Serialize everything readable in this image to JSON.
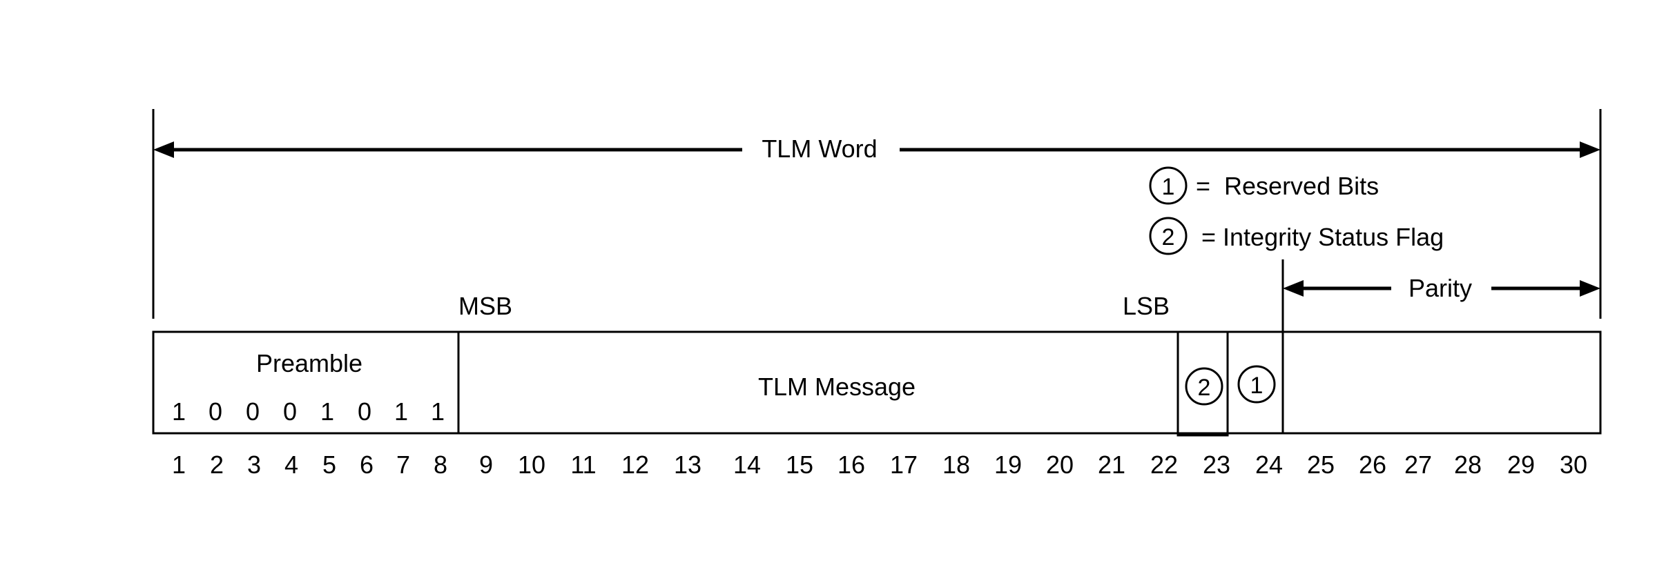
{
  "title": "TLM Word",
  "parity_label": "Parity",
  "msb_label": "MSB",
  "lsb_label": "LSB",
  "legend": [
    {
      "symbol": "1",
      "text": "=  Reserved Bits"
    },
    {
      "symbol": "2",
      "text": "= Integrity Status Flag"
    }
  ],
  "fields": {
    "preamble": {
      "label": "Preamble",
      "bits": [
        "1",
        "0",
        "0",
        "0",
        "1",
        "0",
        "1",
        "1"
      ]
    },
    "message": {
      "label": "TLM Message"
    },
    "integrity_flag": {
      "symbol": "2"
    },
    "reserved": {
      "symbol": "1"
    }
  },
  "bit_numbers": [
    "1",
    "2",
    "3",
    "4",
    "5",
    "6",
    "7",
    "8",
    "9",
    "10",
    "11",
    "12",
    "13",
    "14",
    "15",
    "16",
    "17",
    "18",
    "19",
    "20",
    "21",
    "22",
    "23",
    "24",
    "25",
    "26",
    "27",
    "28",
    "29",
    "30"
  ]
}
